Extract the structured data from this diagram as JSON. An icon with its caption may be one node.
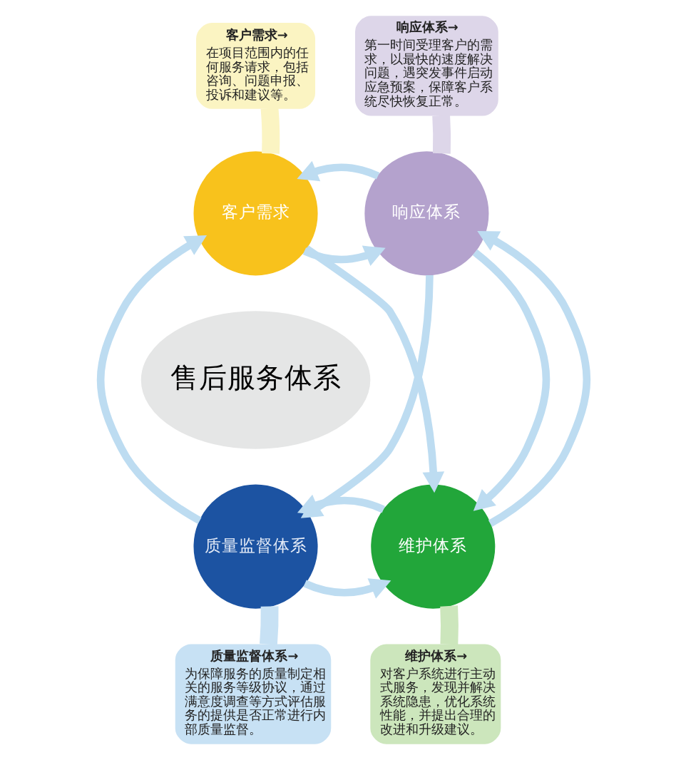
{
  "diagram": {
    "nodes": [
      {
        "text": [
          "客户需求→",
          "在项目范围内的任何服务请求，包括咨询、问题申报、投诉和建议等。"
        ]
      },
      {
        "text": [
          "响应体系→",
          "第一时间受理客户的需求，以最快的速度解决问题，遇突发事件启动应急预案，保障客户系统尽快恢复正常。"
        ]
      },
      {
        "text": [
          "客户需求"
        ]
      },
      {
        "text": [
          "响应体系"
        ]
      },
      {
        "text": [
          "售后服务体系"
        ]
      },
      {
        "text": [
          "质量监督体系"
        ]
      },
      {
        "text": [
          "维护体系"
        ]
      },
      {
        "text": [
          "质量监督体系→",
          "为保障服务的质量制定相关的服务等级协议，通过满意度调查等方式评估服务的提供是否正常进行内部质量监督。"
        ]
      },
      {
        "text": [
          "维护体系→",
          "对客户系统进行主动式服务，发现并解决系统隐患，优化系统性能，并提出合理的改进和升级建议。"
        ]
      }
    ],
    "edges": [
      {
        "from": 2,
        "to": 3,
        "arrow": "to"
      },
      {
        "from": 3,
        "to": 2,
        "arrow": "to"
      },
      {
        "from": 2,
        "to": 6,
        "arrow": "to"
      },
      {
        "from": 3,
        "to": 5,
        "arrow": "to"
      },
      {
        "from": 3,
        "to": 6,
        "arrow": "to"
      },
      {
        "from": 6,
        "to": 3,
        "arrow": "to"
      },
      {
        "from": 5,
        "to": 6,
        "arrow": "to"
      },
      {
        "from": 6,
        "to": 5,
        "arrow": "to"
      },
      {
        "from": 5,
        "to": 2,
        "arrow": "to"
      },
      {
        "from": 0,
        "to": 2,
        "arrow": "none",
        "style": "thick",
        "color": "#fbf4c2"
      },
      {
        "from": 1,
        "to": 3,
        "arrow": "none",
        "style": "thick",
        "color": "#ddd6e9"
      },
      {
        "from": 5,
        "to": 7,
        "arrow": "none",
        "style": "thick",
        "color": "#c7e1f4"
      },
      {
        "from": 6,
        "to": 8,
        "arrow": "none",
        "style": "thick",
        "color": "#cce6bc"
      }
    ]
  }
}
